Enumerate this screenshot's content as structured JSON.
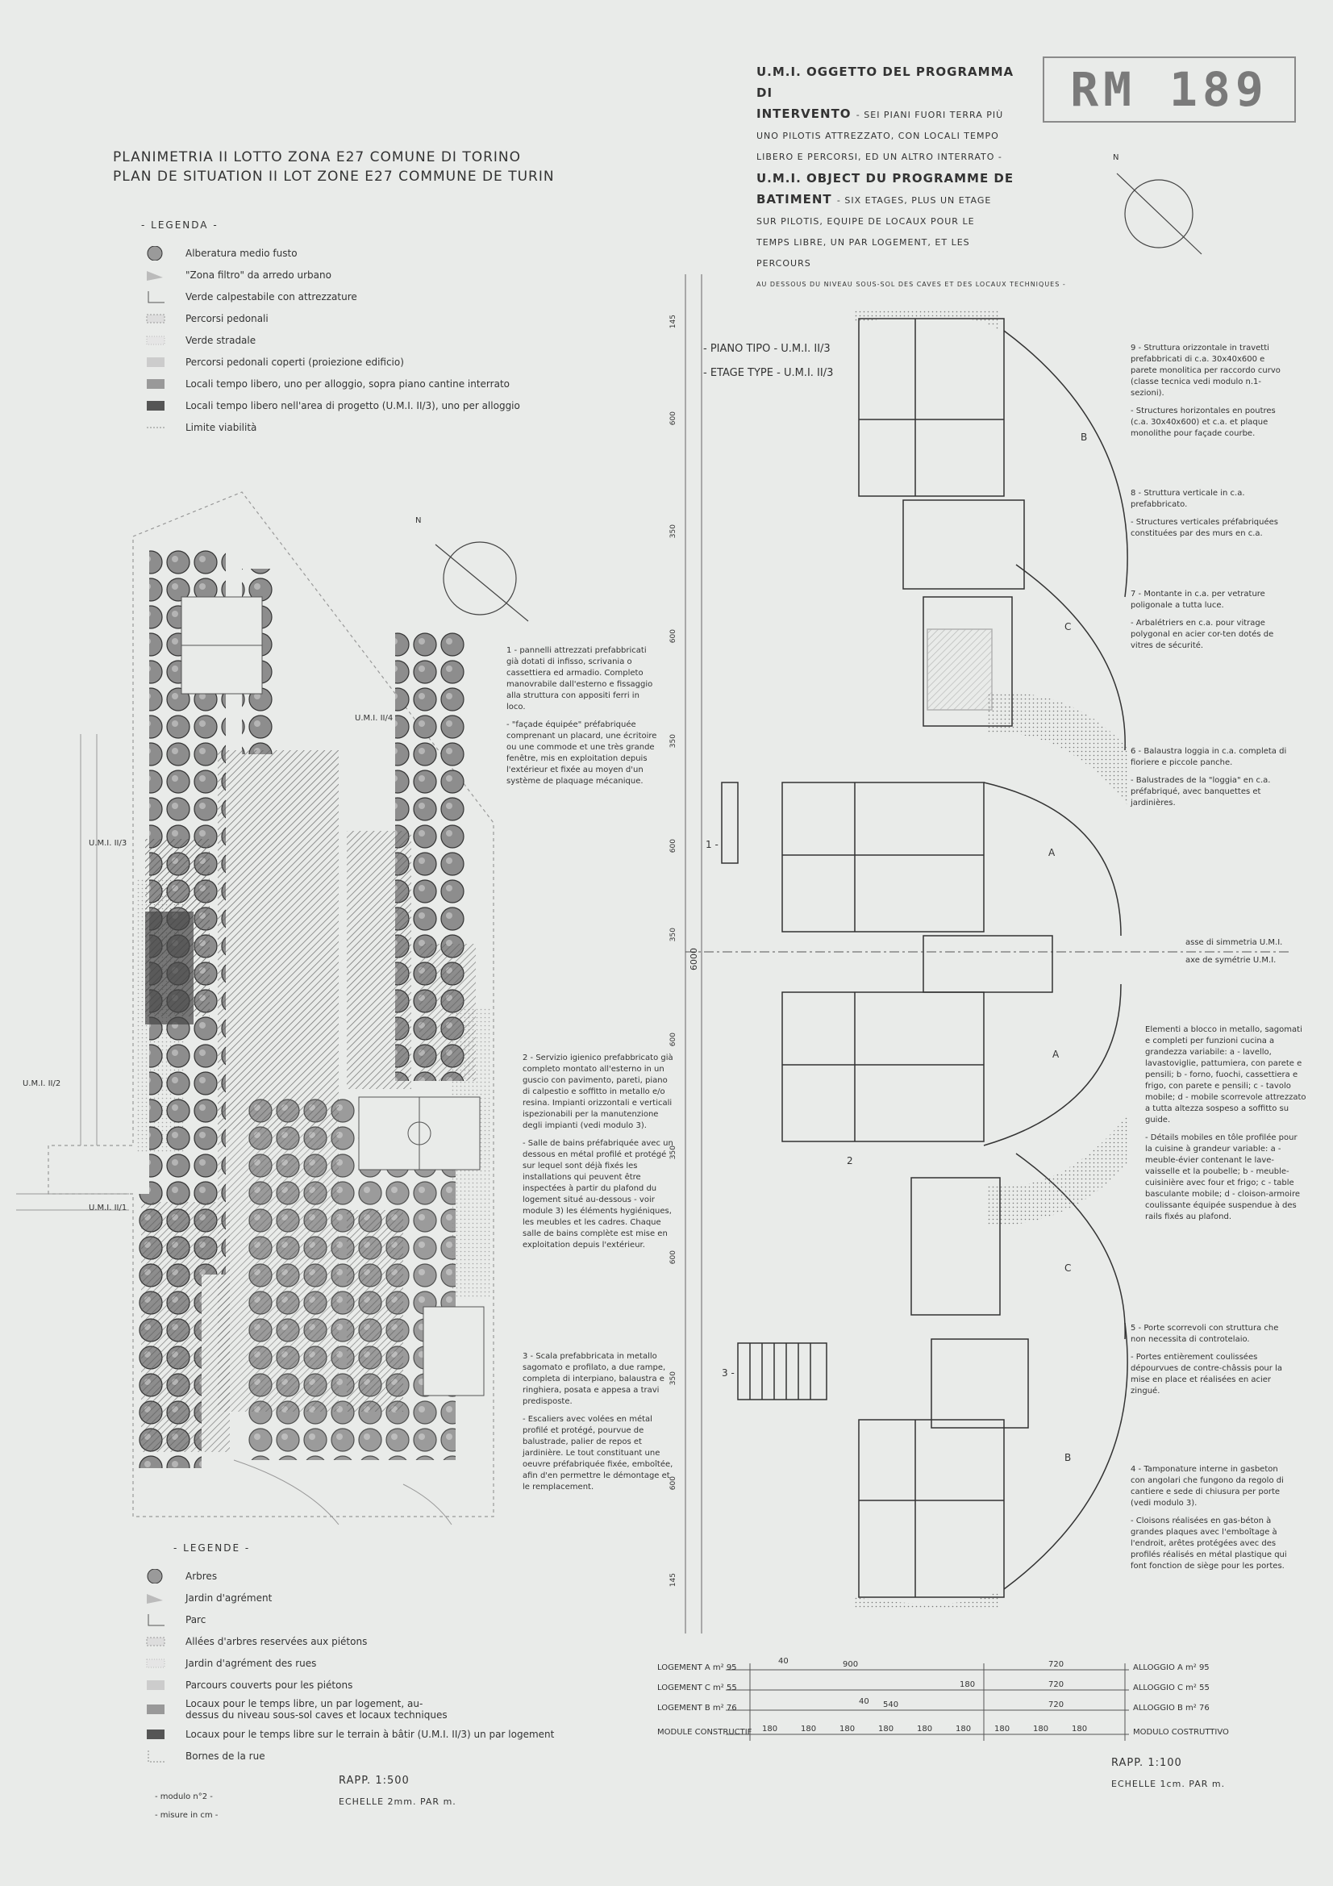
{
  "stamp": "RM 189",
  "left_title": {
    "line1": "PLANIMETRIA  II LOTTO ZONA E27  COMUNE DI TORINO",
    "line2": "PLAN DE SITUATION  II LOT ZONE E27 COMMUNE DE TURIN"
  },
  "right_title": {
    "l1": "U.M.I. OGGETTO DEL PROGRAMMA DI",
    "l2a": "INTERVENTO",
    "l2b": "- SEI PIANI FUORI TERRA PIÙ",
    "l3": "UNO PILOTIS ATTREZZATO, CON LOCALI TEMPO",
    "l4": "LIBERO E PERCORSI, ED UN ALTRO INTERRATO -",
    "l5": "U.M.I. OBJECT DU PROGRAMME DE",
    "l6a": "BATIMENT",
    "l6b": "- SIX ETAGES, PLUS UN ETAGE",
    "l7": "SUR  PILOTIS, EQUIPE DE LOCAUX POUR LE",
    "l8": "TEMPS LIBRE, UN PAR LOGEMENT, ET LES PERCOURS",
    "l9": "AU DESSOUS DU NIVEAU SOUS-SOL DES CAVES ET DES LOCAUX TECHNIQUES -"
  },
  "legenda_it": {
    "heading": "- LEGENDA -",
    "items": [
      "Alberatura medio fusto",
      "\"Zona filtro\" da arredo urbano",
      "Verde calpestabile con attrezzature",
      "Percorsi pedonali",
      "Verde stradale",
      "Percorsi pedonali coperti (proiezione edificio)",
      "Locali tempo libero, uno per alloggio, sopra piano cantine interrato",
      "Locali tempo libero nell'area di progetto (U.M.I. II/3), uno per alloggio",
      "Limite viabilità"
    ]
  },
  "legende_fr": {
    "heading": "- LEGENDE -",
    "items": [
      "Arbres",
      "Jardin d'agrément",
      "Parc",
      "Allées d'arbres reservées aux piétons",
      "Jardin d'agrément des rues",
      "Parcours couverts pour les piétons",
      "Locaux pour le temps libre, un par logement, au-dessus du niveau sous-sol caves et locaux techniques",
      "Locaux pour le temps libre sur le terrain à bâtir (U.M.I. II/3) un par logement",
      "Bornes de la rue"
    ]
  },
  "site_labels": {
    "n_left": "N",
    "n_right": "N",
    "umi_2_4": "U.M.I. II/4",
    "umi_2_3": "U.M.I. II/3",
    "umi_2_2": "U.M.I. II/2",
    "umi_2_1": "U.M.I. II/1"
  },
  "piano_tipo": "- PIANO TIPO - U.M.I. II/3",
  "etage_type": "- ETAGE TYPE - U.M.I. II/3",
  "asse_it": "asse di simmetria U.M.I.",
  "asse_fr": "axe de symétrie U.M.I.",
  "left_notes": [
    "1 - pannelli attrezzati prefabbricati già dotati di infisso, scrivania o cassettiera ed armadio. Completo manovrabile dall'esterno e fissaggio alla struttura con appositi ferri in loco.",
    "- \"façade équipée\" préfabriquée comprenant un placard, une écritoire ou une commode et une très grande fenêtre, mis en exploitation depuis l'extérieur et fixée au moyen d'un système de plaquage mécanique.",
    "2 - Servizio igienico prefabbricato già completo montato all'esterno in un guscio con pavimento, pareti, piano di calpestio e soffitto in metallo e/o resina. Impianti orizzontali e verticali ispezionabili per la manutenzione degli impianti (vedi modulo 3).",
    "- Salle de bains préfabriquée avec un dessous en métal profilé et protégé sur lequel sont déjà fixés les installations qui peuvent être inspectées à partir du plafond du logement situé au-dessous - voir module 3) les éléments hygiéniques, les meubles et les cadres. Chaque salle de bains complète est mise en exploitation depuis l'extérieur.",
    "3 - Scala prefabbricata in metallo sagomato e profilato, a due rampe, completa di interpiano, balaustra e ringhiera, posata e appesa a travi predisposte.",
    "- Escaliers avec volées en métal profilé et protégé, pourvue de balustrade, palier de repos et jardinière. Le tout constituant une oeuvre préfabriquée fixée, emboîtée, afin d'en permettre le démontage et le remplacement."
  ],
  "right_notes": [
    "9 - Struttura orizzontale in travetti prefabbricati di c.a. 30x40x600 e parete monolitica per raccordo curvo (classe tecnica vedi modulo n.1-sezioni).",
    "- Structures horizontales en poutres (c.a. 30x40x600) et c.a. et plaque monolithe pour façade courbe.",
    "8 - Struttura verticale in c.a. prefabbricato.",
    "- Structures verticales préfabriquées constituées par des murs en c.a.",
    "7 - Montante in c.a. per vetrature poligonale a tutta luce.",
    "- Arbalétriers en c.a. pour vitrage polygonal en acier cor-ten dotés de vitres de sécurité.",
    "6 - Balaustra loggia in c.a. completa di fioriere e piccole panche.",
    "- Balustrades de la \"loggia\" en c.a. préfabriqué, avec banquettes et jardinières.",
    "Elementi a blocco in metallo, sagomati e completi per funzioni cucina a grandezza variabile: a - lavello, lavastoviglie, pattumiera, con parete e pensili; b - forno, fuochi, cassettiera e frigo, con parete e pensili; c - tavolo mobile; d - mobile scorrevole attrezzato a tutta altezza sospeso a soffitto su guide.",
    "- Détails mobiles en tôle profilée pour la cuisine à grandeur variable: a - meuble-évier contenant le lave-vaisselle et la poubelle; b - meuble-cuisinière avec four et frigo; c - table basculante mobile; d - cloison-armoire coulissante équipée suspendue à des rails fixés au plafond.",
    "5 - Porte scorrevoli con struttura che non necessita di controtelaio.",
    "- Portes entièrement coulissées dépourvues de contre-châssis pour la mise en place et réalisées en acier zingué.",
    "4 - Tamponature interne in gasbeton con angolari che fungono da regolo di cantiere e sede di chiusura per porte (vedi modulo 3).",
    "- Cloisons réalisées en gas-béton à grandes plaques avec l'emboîtage à l'endroit, arêtes protégées avec des profilés réalisés en métal plastique qui font fonction de siège pour les portes."
  ],
  "plan_labels": {
    "a1": "A",
    "a2": "A",
    "b1": "B",
    "b2": "B",
    "c1": "C",
    "c2": "C",
    "callout1": "1 -",
    "callout2": "2",
    "callout3": "3 -",
    "total": "6000"
  },
  "vertical_dims": [
    "145",
    "600",
    "350",
    "600",
    "350",
    "600",
    "350",
    "600",
    "350",
    "600",
    "350",
    "600",
    "145"
  ],
  "dims_table": {
    "rows": [
      {
        "fr": "LOGEMENT  A  m² 95",
        "a": "40",
        "b": "900",
        "c": "720",
        "it": "ALLOGGIO  A  m² 95"
      },
      {
        "fr": "LOGEMENT  C  m² 55",
        "a": "",
        "b": "180",
        "c": "720",
        "it": "ALLOGGIO  C  m² 55"
      },
      {
        "fr": "LOGEMENT  B  m² 76",
        "a": "40",
        "b": "540",
        "c": "720",
        "it": "ALLOGGIO  B  m² 76"
      }
    ],
    "module_fr": "MODULE CONSTRUCTIF",
    "module_it": "MODULO COSTRUTTIVO",
    "module_values": [
      "180",
      "180",
      "180",
      "180",
      "180",
      "180",
      "180",
      "180",
      "180"
    ]
  },
  "scale_left": {
    "rapp": "RAPP. 1:500",
    "echelle": "ECHELLE 2mm. PAR m."
  },
  "scale_right": {
    "rapp": "RAPP. 1:100",
    "echelle": "ECHELLE 1cm. PAR m."
  },
  "footnotes": {
    "modulo": "- modulo n°2 -",
    "misure": "- misure in cm -"
  }
}
